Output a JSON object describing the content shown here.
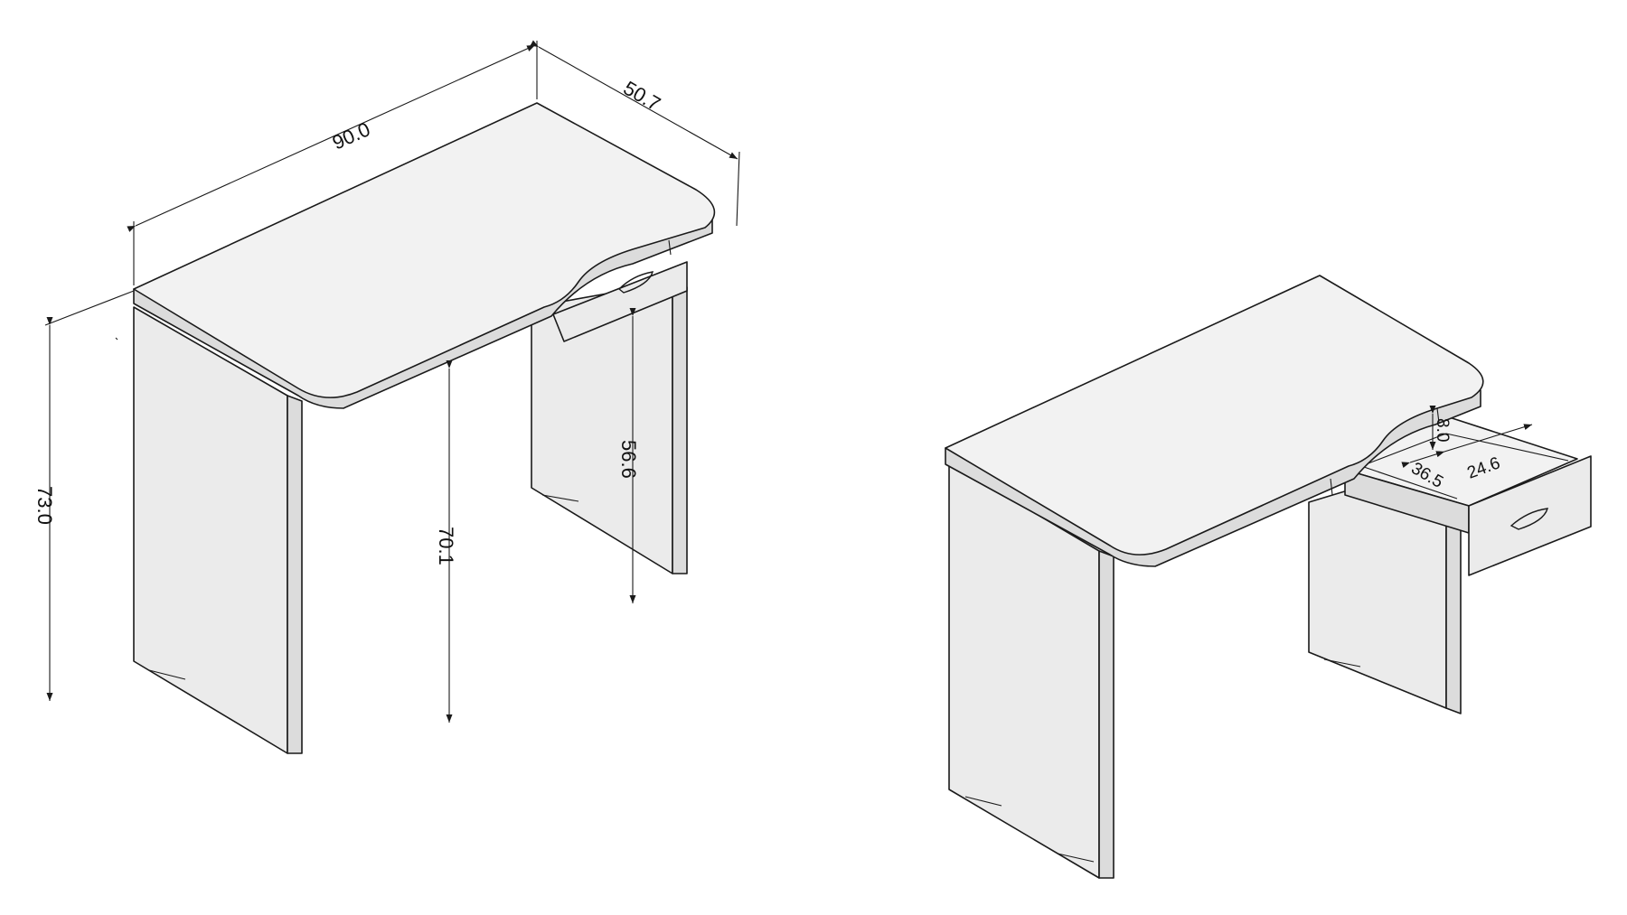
{
  "diagram": {
    "left_view": {
      "width_label": "90.0",
      "depth_label": "50.7",
      "height_label": "73.0",
      "clearance_label": "70.1",
      "drawer_clearance_label": "56.6"
    },
    "right_view": {
      "drawer_height_label": "8.0",
      "drawer_depth_label": "36.5",
      "drawer_width_label": "24.6"
    }
  }
}
